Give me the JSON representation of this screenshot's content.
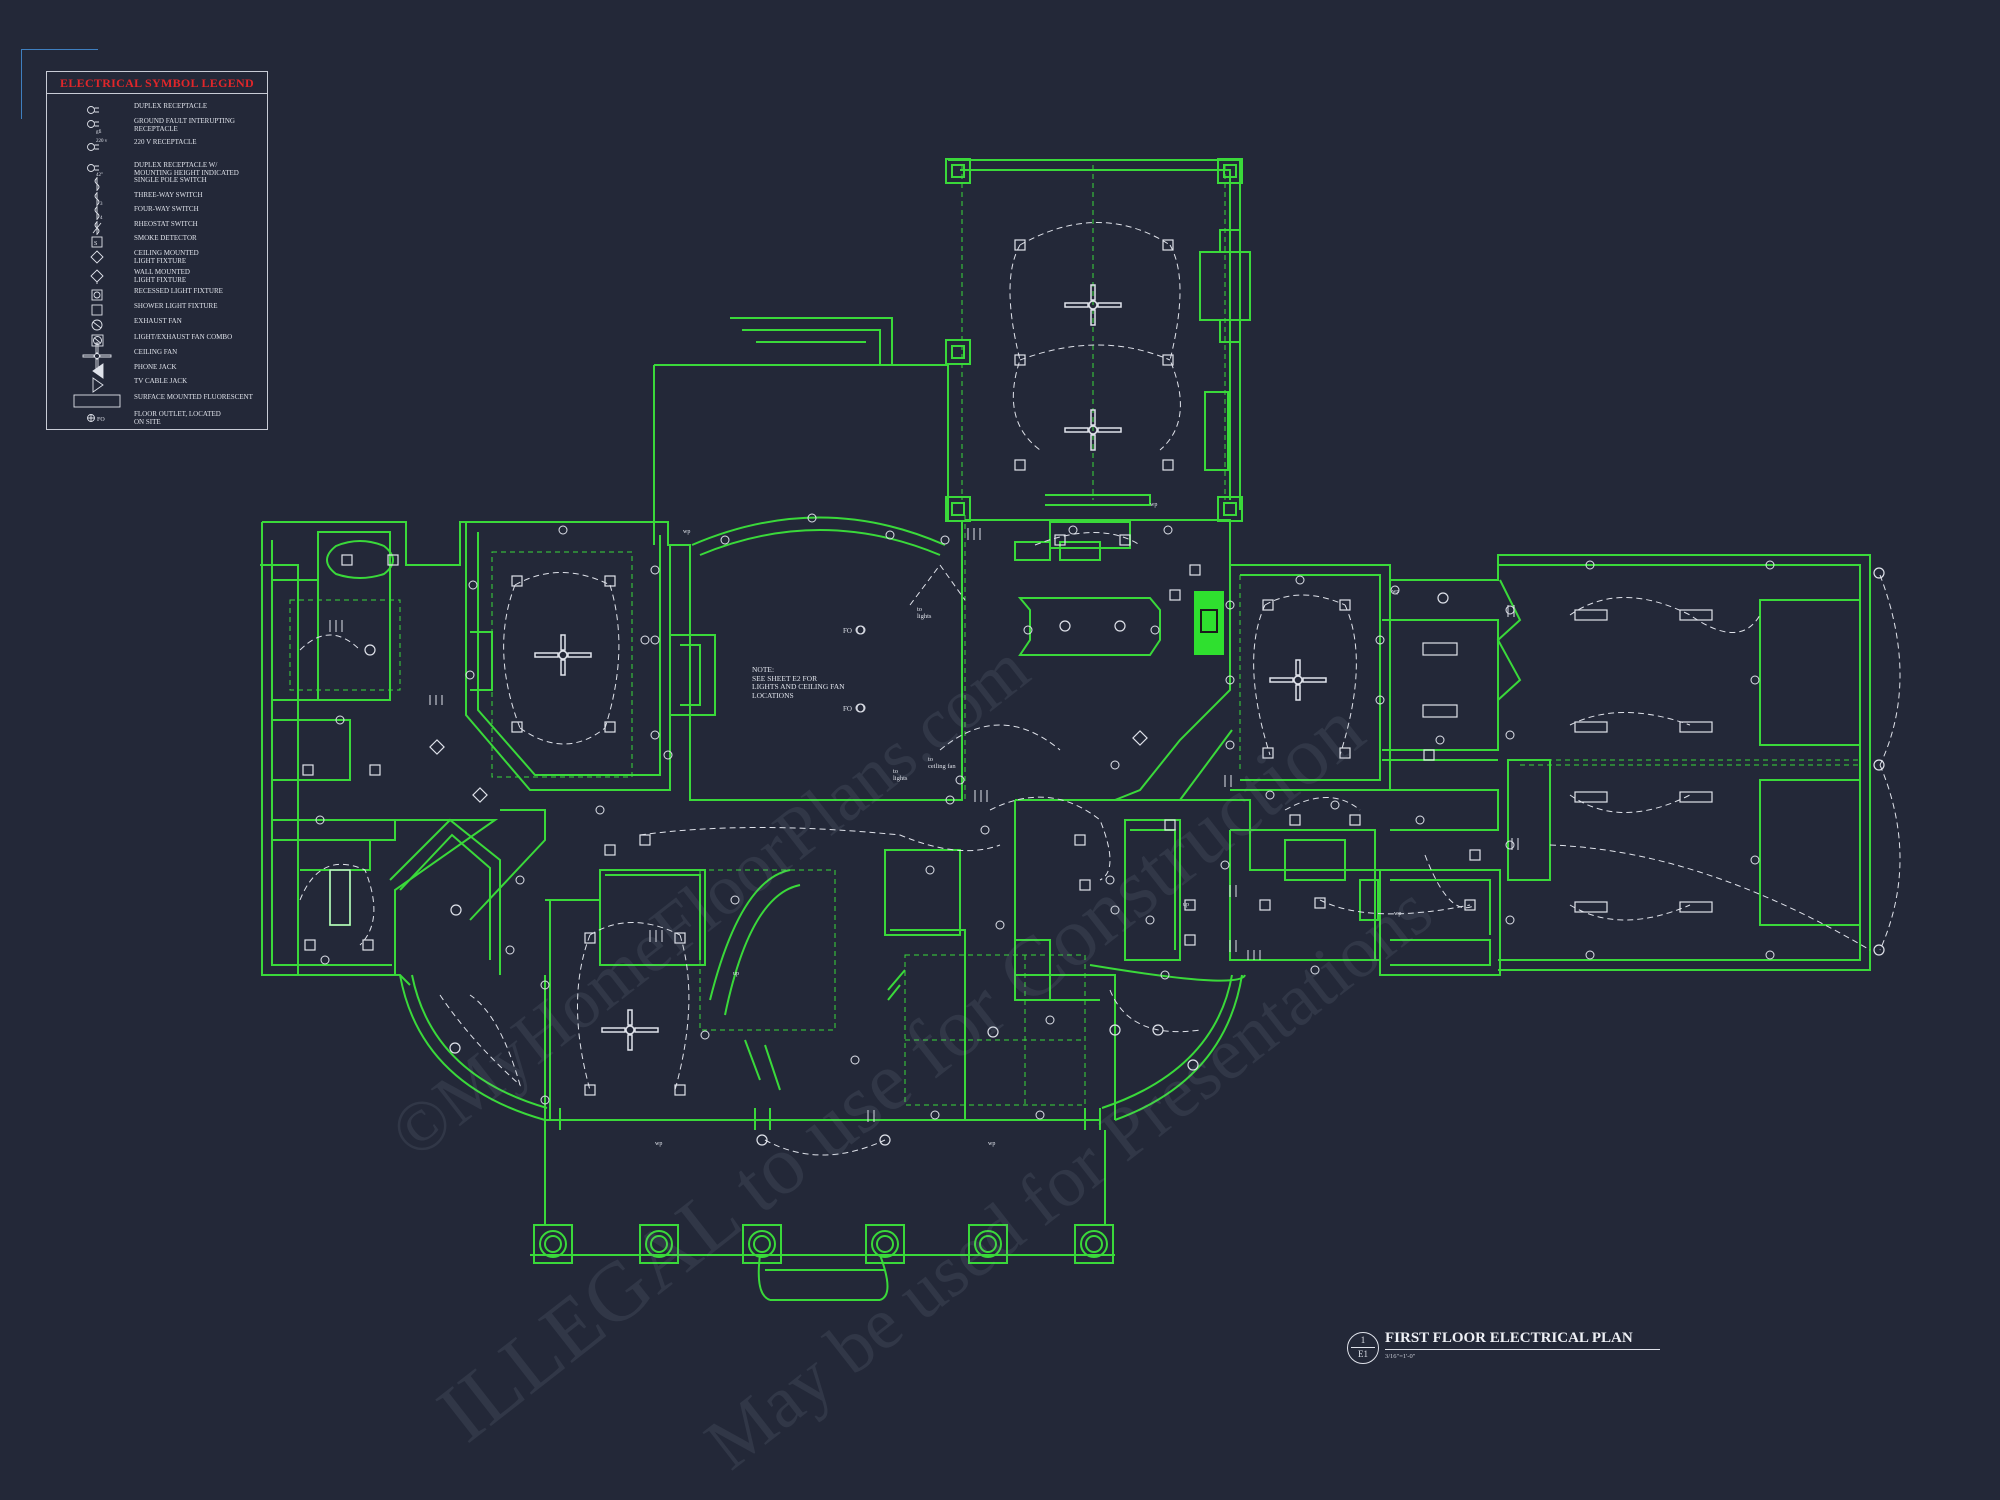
{
  "legend": {
    "title": "ELECTRICAL SYMBOL LEGEND",
    "items": [
      {
        "icon": "duplex-receptacle-icon",
        "label": "DUPLEX RECEPTACLE"
      },
      {
        "icon": "gfi-receptacle-icon",
        "label": "GROUND FAULT INTERUPTING\nRECEPTACLE"
      },
      {
        "icon": "220v-receptacle-icon",
        "label": "220 V RECEPTACLE"
      },
      {
        "icon": "mounted-receptacle-icon",
        "label": "DUPLEX RECEPTACLE W/\nMOUNTING HEIGHT INDICATED"
      },
      {
        "icon": "single-pole-switch-icon",
        "label": "SINGLE POLE SWITCH"
      },
      {
        "icon": "three-way-switch-icon",
        "label": "THREE-WAY SWITCH"
      },
      {
        "icon": "four-way-switch-icon",
        "label": "FOUR-WAY SWITCH"
      },
      {
        "icon": "rheostat-switch-icon",
        "label": "RHEOSTAT SWITCH"
      },
      {
        "icon": "smoke-detector-icon",
        "label": "SMOKE DETECTOR"
      },
      {
        "icon": "ceiling-light-icon",
        "label": "CEILING MOUNTED\nLIGHT FIXTURE"
      },
      {
        "icon": "wall-light-icon",
        "label": "WALL MOUNTED\nLIGHT FIXTURE"
      },
      {
        "icon": "recessed-light-icon",
        "label": "RECESSED LIGHT FIXTURE"
      },
      {
        "icon": "shower-light-icon",
        "label": "SHOWER LIGHT FIXTURE"
      },
      {
        "icon": "exhaust-fan-icon",
        "label": "EXHAUST FAN"
      },
      {
        "icon": "light-fan-combo-icon",
        "label": "LIGHT/EXHAUST FAN COMBO"
      },
      {
        "icon": "ceiling-fan-icon",
        "label": "CEILING FAN"
      },
      {
        "icon": "phone-jack-icon",
        "label": "PHONE JACK"
      },
      {
        "icon": "tv-jack-icon",
        "label": "TV CABLE JACK"
      },
      {
        "icon": "fluorescent-icon",
        "label": "SURFACE MOUNTED FLUORESCENT"
      },
      {
        "icon": "floor-outlet-icon",
        "label": "FLOOR OUTLET, LOCATED\nON SITE"
      }
    ],
    "sym_text": {
      "gfi": "gfi",
      "v220": "220 v",
      "mount": "42\"",
      "three": "3",
      "four": "4",
      "fo": "FO"
    }
  },
  "note": "NOTE:\nSEE SHEET E2 FOR\nLIGHTS AND CEILING FAN\nLOCATIONS",
  "plan_labels": {
    "fo": "FO",
    "to_lights": "to\nlights",
    "to_ceiling_fan": "to\nceiling fan",
    "wp": "wp",
    "up": "up"
  },
  "title_block": {
    "number": "1",
    "sheet": "E1",
    "title": "FIRST FLOOR ELECTRICAL PLAN",
    "scale": "3/16\"=1'-0\""
  },
  "watermarks": [
    "©MyHomeFloorPlans.com",
    "ILLEGAL to use for Construction",
    "May be used for Presentations"
  ],
  "colors": {
    "background": "#232838",
    "wall": "#3ad93a",
    "fixture": "#dfe2ea",
    "legend_title": "#e0262a",
    "highlight": "#2fe02f"
  }
}
